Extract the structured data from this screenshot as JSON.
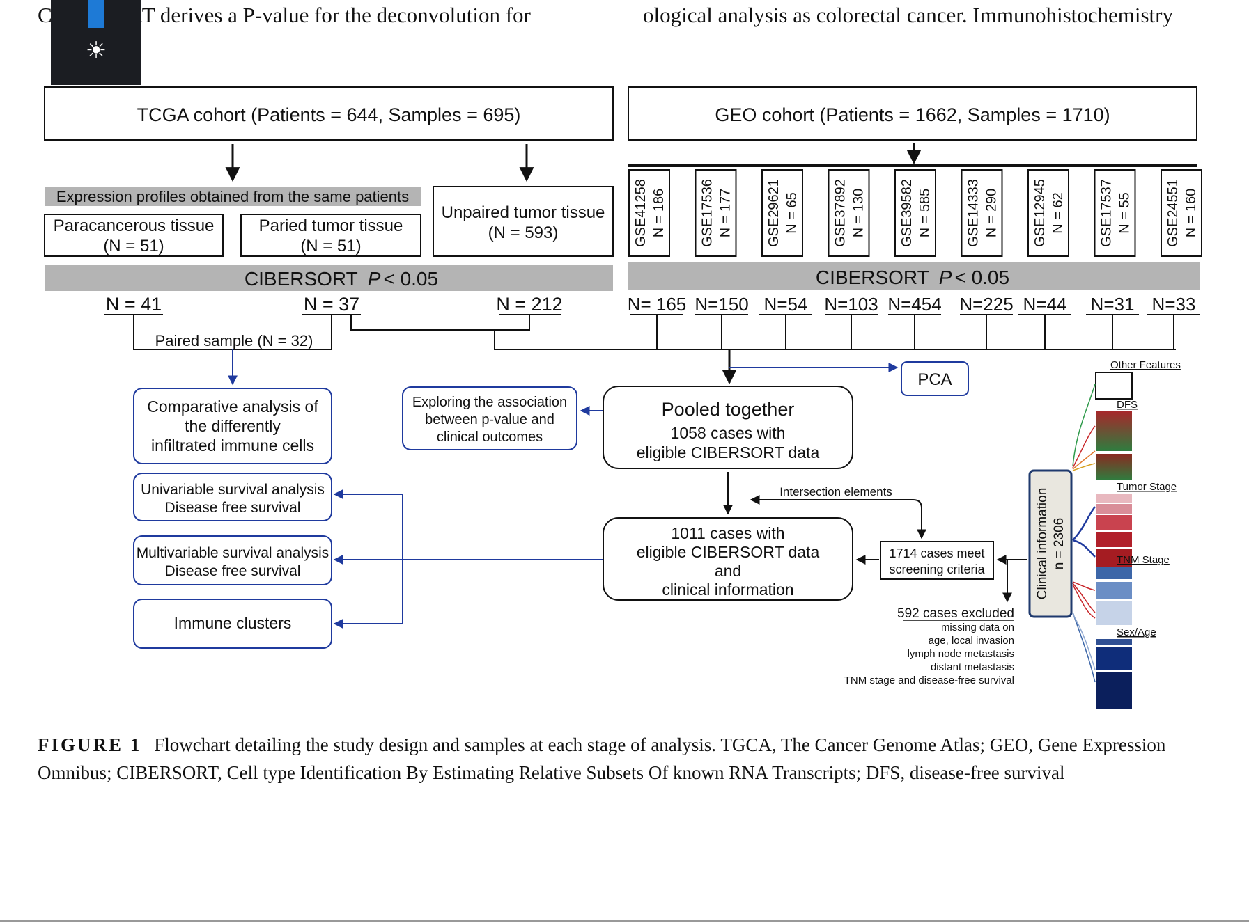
{
  "page_text": {
    "left_column": "CIBERSORT derives a P-value for the deconvolution for",
    "right_column": "ological analysis as colorectal cancer. Immunohistochemistry"
  },
  "toolbar": {
    "icon": "sun-icon"
  },
  "flowchart": {
    "tcga_cohort": "TCGA cohort (Patients = 644, Samples = 695)",
    "geo_cohort": "GEO cohort (Patients = 1662, Samples = 1710)",
    "expression_header": "Expression profiles obtained from the same patients",
    "paracancerous": {
      "line1": "Paracancerous tissue",
      "line2": "(N = 51)"
    },
    "paired_tumor": {
      "line1": "Paried tumor tissue",
      "line2": "(N = 51)"
    },
    "unpaired_tumor": {
      "line1": "Unpaired tumor tissue",
      "line2": "(N = 593)"
    },
    "geo_datasets": [
      {
        "id": "GSE41258",
        "n": "N = 186"
      },
      {
        "id": "GSE17536",
        "n": "N = 177"
      },
      {
        "id": "GSE29621",
        "n": "N = 65"
      },
      {
        "id": "GSE37892",
        "n": "N = 130"
      },
      {
        "id": "GSE39582",
        "n": "N = 585"
      },
      {
        "id": "GSE14333",
        "n": "N = 290"
      },
      {
        "id": "GSE12945",
        "n": "N = 62"
      },
      {
        "id": "GSE17537",
        "n": "N = 55"
      },
      {
        "id": "GSE24551",
        "n": "N = 160"
      }
    ],
    "cibersort_label": "CIBERSORT",
    "cibersort_p": "P",
    "cibersort_threshold": "< 0.05",
    "tcga_counts": [
      "N = 41",
      "N = 37",
      "N = 212"
    ],
    "geo_counts": [
      "N= 165",
      "N=150",
      "N=54",
      "N=103",
      "N=454",
      "N=225",
      "N=44",
      "N=31",
      "N=33"
    ],
    "paired_sample": "Paired sample (N = 32)",
    "comparative": [
      "Comparative analysis of",
      "the differently",
      "infiltrated immune cells"
    ],
    "exploring": [
      "Exploring the association",
      "between p-value and",
      "clinical outcomes"
    ],
    "pca": "PCA",
    "pooled": {
      "title": "Pooled together",
      "line1": "1058 cases with",
      "line2": "eligible CIBERSORT data"
    },
    "intersection": "Intersection elements",
    "univariable": [
      "Univariable survival analysis",
      "Disease free survival"
    ],
    "multivariable": [
      "Multivariable survival analysis",
      "Disease free survival"
    ],
    "immune_clusters": "Immune clusters",
    "cases_1011": [
      "1011 cases with",
      "eligible CIBERSORT data",
      "and",
      "clinical information"
    ],
    "cases_1714": [
      "1714 cases meet",
      "screening criteria"
    ],
    "excluded": {
      "title": "592 cases excluded",
      "lines": [
        "missing data on",
        "age, local invasion",
        "lymph node metastasis",
        "distant metastasis",
        "TNM stage and disease-free survival"
      ]
    },
    "clinical_info": {
      "line1": "Clinical information",
      "line2": "n = 2306"
    },
    "legend_labels": [
      "Other Features",
      "DFS",
      "Tumor Stage",
      "TNM Stage",
      "Sex/Age"
    ]
  },
  "caption": {
    "label": "FIGURE 1",
    "text": "Flowchart detailing the study design and samples at each stage of analysis. TGCA, The Cancer Genome Atlas; GEO, Gene Expression Omnibus; CIBERSORT, Cell type Identification By Estimating Relative Subsets Of known RNA Transcripts; DFS, disease-free survival"
  },
  "colors": {
    "flow_blue": "#1f3a9e",
    "gray_band": "#b4b4b4",
    "dfs_red": "#a8262a",
    "dfs_green": "#2e7d3f",
    "stage_red": "#a51c22",
    "tnm_blue": "#4f79b6",
    "sex_navy": "#0b1f5c"
  }
}
